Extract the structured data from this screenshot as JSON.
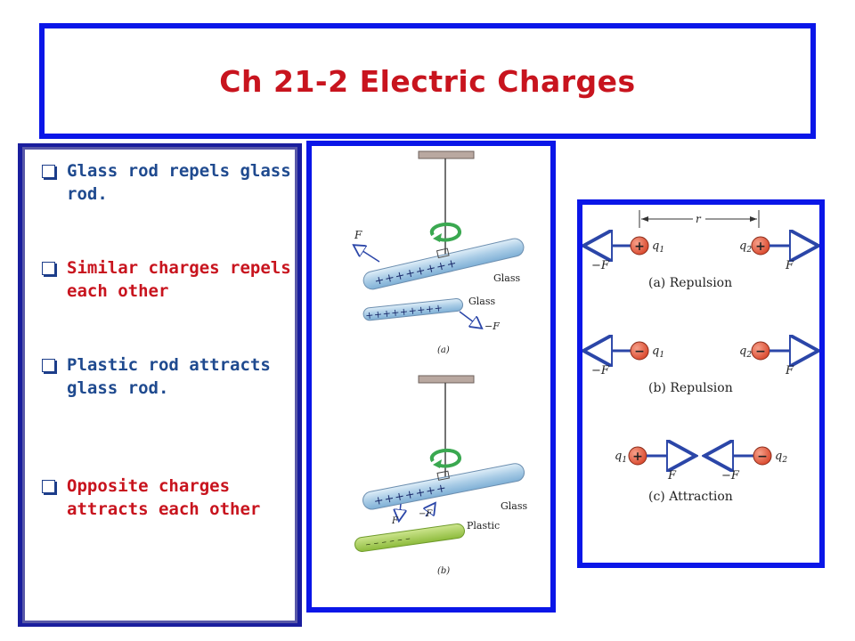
{
  "slide": {
    "title": "Ch 21-2 Electric Charges",
    "bullets": [
      {
        "text": "Glass rod repels glass rod.",
        "color": "#1f4a8f"
      },
      {
        "text": "Similar charges repels each other",
        "color": "#c8141e"
      },
      {
        "text": "Plastic rod attracts glass rod.",
        "color": "#1f4a8f"
      },
      {
        "text": " Opposite charges attracts each other",
        "color": "#c8141e"
      }
    ]
  },
  "figure_rods": {
    "panel_a": {
      "label_glass_top": "Glass",
      "label_glass_bottom": "Glass",
      "force_top": "F",
      "force_bottom": "−F",
      "caption": "(a)",
      "charges_top": "++++++++",
      "charges_bottom": "+++++++++"
    },
    "panel_b": {
      "label_glass": "Glass",
      "label_plastic": "Plastic",
      "force_f": "F",
      "force_negf": "−F",
      "caption": "(b)",
      "charges_glass": "+++++++",
      "charges_plastic": "– – – – – –"
    }
  },
  "figure_forces": {
    "distance_label": "r",
    "row_a": {
      "left_charge": "+",
      "right_charge": "+",
      "q1": "q",
      "q2": "q",
      "sub1": "1",
      "sub2": "2",
      "left_force": "−F",
      "right_force": "F",
      "caption": "(a) Repulsion"
    },
    "row_b": {
      "left_charge": "−",
      "right_charge": "−",
      "q1": "q",
      "q2": "q",
      "sub1": "1",
      "sub2": "2",
      "left_force": "−F",
      "right_force": "F",
      "caption": "(b) Repulsion"
    },
    "row_c": {
      "left_charge": "+",
      "right_charge": "−",
      "q1": "q",
      "q2": "q",
      "sub1": "1",
      "sub2": "2",
      "left_force": "F",
      "right_force": "−F",
      "caption": "(c) Attraction"
    }
  },
  "colors": {
    "accent_border": "#0a16e8",
    "title": "#c8141e",
    "charge_ball": "#e0573c",
    "arrow": "#2b46a8"
  }
}
